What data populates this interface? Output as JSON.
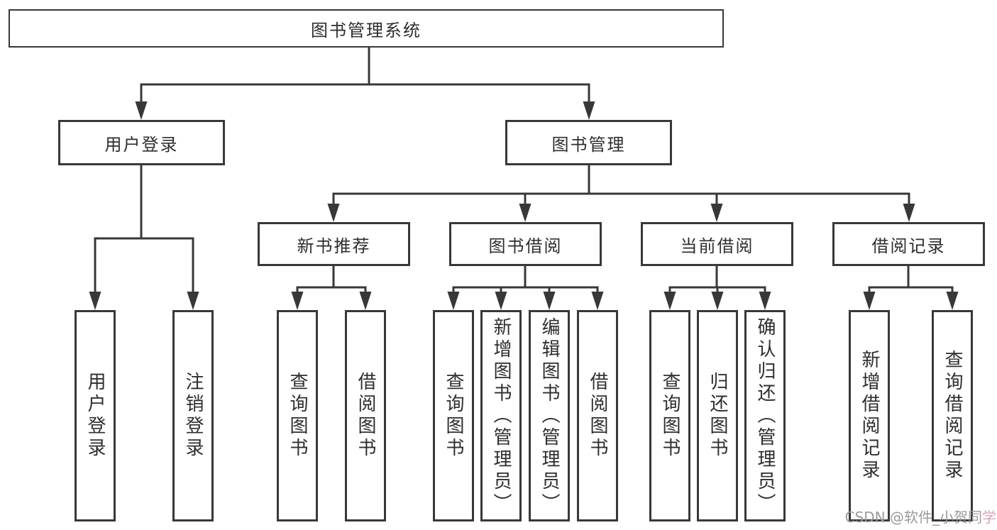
{
  "diagram": {
    "root": {
      "label": "图书管理系统"
    },
    "level2": [
      {
        "label": "用户登录",
        "children": [
          {
            "label": "用户登录"
          },
          {
            "label": "注销登录"
          }
        ]
      },
      {
        "label": "图书管理",
        "children": [
          {
            "label": "新书推荐",
            "children": [
              {
                "label": "查询图书"
              },
              {
                "label": "借阅图书"
              }
            ]
          },
          {
            "label": "图书借阅",
            "children": [
              {
                "label": "查询图书"
              },
              {
                "label": "新增图书（管理员）"
              },
              {
                "label": "编辑图书（管理员）"
              },
              {
                "label": "借阅图书"
              }
            ]
          },
          {
            "label": "当前借阅",
            "children": [
              {
                "label": "查询图书"
              },
              {
                "label": "归还图书"
              },
              {
                "label": "确认归还（管理员）"
              }
            ]
          },
          {
            "label": "借阅记录",
            "children": [
              {
                "label": "新增借阅记录"
              },
              {
                "label": "查询借阅记录"
              }
            ]
          }
        ]
      }
    ]
  },
  "watermark": {
    "text": "CSDN @软件_小贺同",
    "accent": "学"
  },
  "colors": {
    "line": "#383838",
    "text": "#2e2e2e",
    "background": "#ffffff",
    "watermark": "#9b9b9b",
    "watermark_accent": "#d9a4b6"
  }
}
